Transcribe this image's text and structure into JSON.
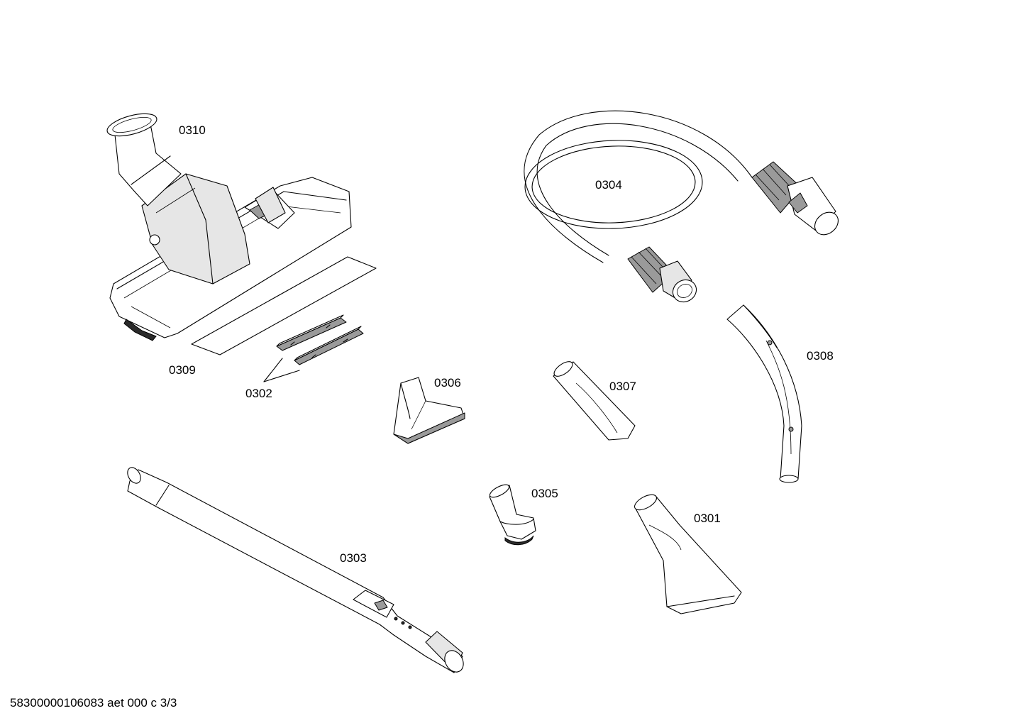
{
  "parts": [
    {
      "id": "0310",
      "label": "0310"
    },
    {
      "id": "0309",
      "label": "0309"
    },
    {
      "id": "0302",
      "label": "0302"
    },
    {
      "id": "0304",
      "label": "0304"
    },
    {
      "id": "0308",
      "label": "0308"
    },
    {
      "id": "0306",
      "label": "0306"
    },
    {
      "id": "0307",
      "label": "0307"
    },
    {
      "id": "0305",
      "label": "0305"
    },
    {
      "id": "0301",
      "label": "0301"
    },
    {
      "id": "0303",
      "label": "0303"
    }
  ],
  "footer": "58300000106083 aet 000 c 3/3"
}
